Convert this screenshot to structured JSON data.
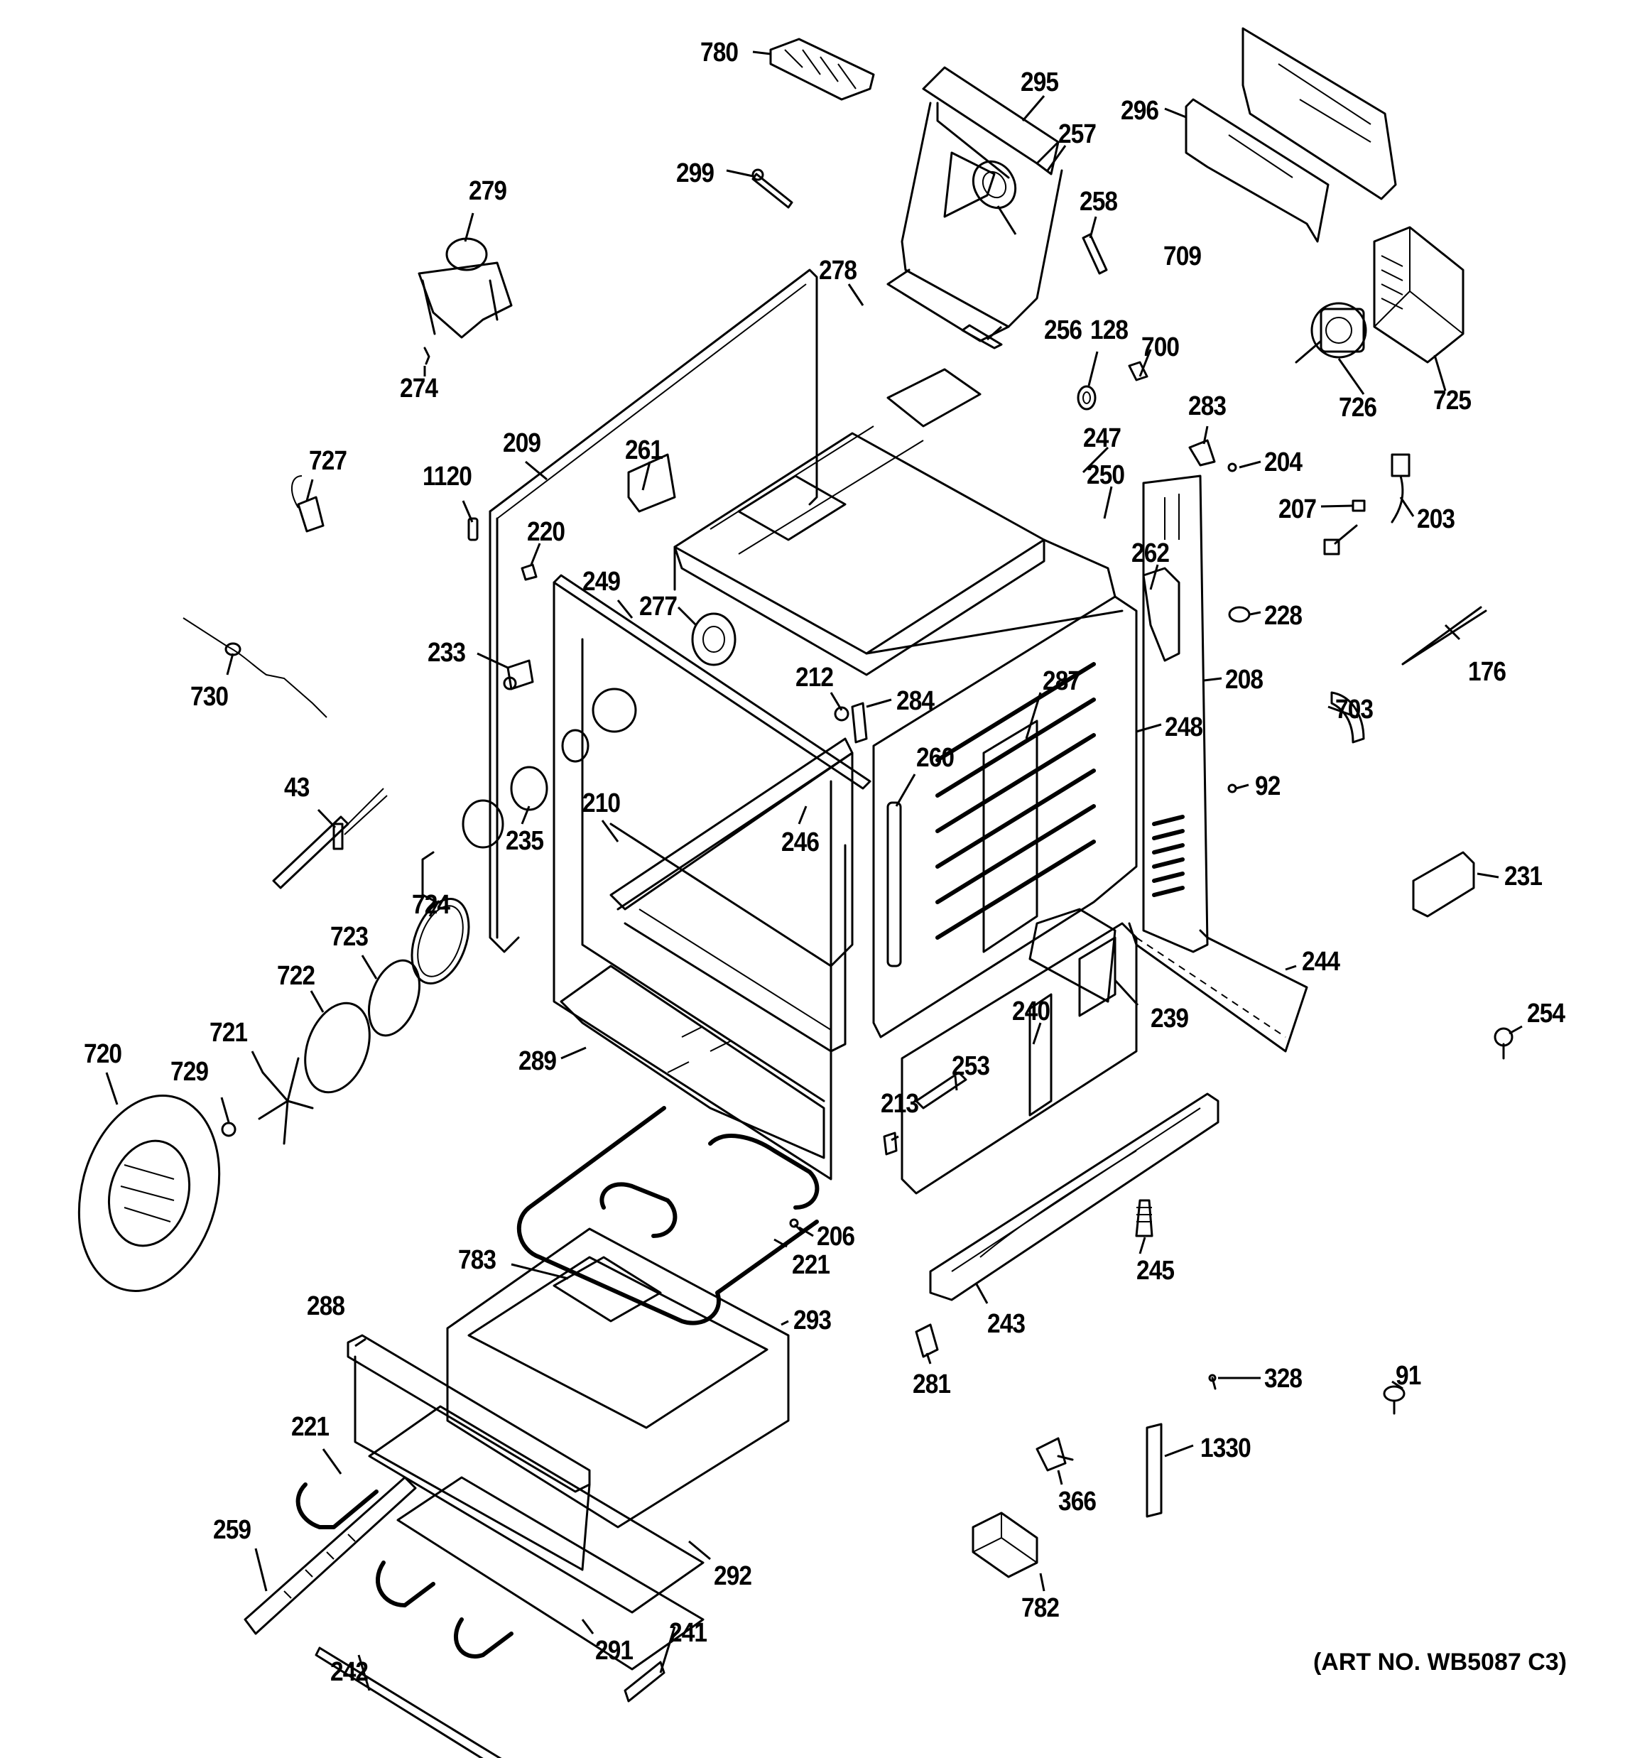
{
  "diagram": {
    "type": "exploded-parts-diagram",
    "subject": "Range oven body / cavity assembly",
    "art_number": "(ART NO. WB5087 C3)",
    "callouts": [
      {
        "id": "c780",
        "text": "780"
      },
      {
        "id": "c295",
        "text": "295"
      },
      {
        "id": "c296",
        "text": "296"
      },
      {
        "id": "c257",
        "text": "257"
      },
      {
        "id": "c299",
        "text": "299"
      },
      {
        "id": "c279",
        "text": "279"
      },
      {
        "id": "c258",
        "text": "258"
      },
      {
        "id": "c709",
        "text": "709"
      },
      {
        "id": "c278",
        "text": "278"
      },
      {
        "id": "c256",
        "text": "256"
      },
      {
        "id": "c128",
        "text": "128"
      },
      {
        "id": "c700",
        "text": "700"
      },
      {
        "id": "c274",
        "text": "274"
      },
      {
        "id": "c726",
        "text": "726"
      },
      {
        "id": "c725",
        "text": "725"
      },
      {
        "id": "c283",
        "text": "283"
      },
      {
        "id": "c727",
        "text": "727"
      },
      {
        "id": "c209",
        "text": "209"
      },
      {
        "id": "c261",
        "text": "261"
      },
      {
        "id": "c247",
        "text": "247"
      },
      {
        "id": "c204",
        "text": "204"
      },
      {
        "id": "c1120",
        "text": "1120"
      },
      {
        "id": "c250",
        "text": "250"
      },
      {
        "id": "c207",
        "text": "207"
      },
      {
        "id": "c203",
        "text": "203"
      },
      {
        "id": "c220",
        "text": "220"
      },
      {
        "id": "c262",
        "text": "262"
      },
      {
        "id": "c249",
        "text": "249"
      },
      {
        "id": "c277",
        "text": "277"
      },
      {
        "id": "c228",
        "text": "228"
      },
      {
        "id": "c233",
        "text": "233"
      },
      {
        "id": "c176",
        "text": "176"
      },
      {
        "id": "c730",
        "text": "730"
      },
      {
        "id": "c212",
        "text": "212"
      },
      {
        "id": "c287",
        "text": "287"
      },
      {
        "id": "c208",
        "text": "208"
      },
      {
        "id": "c284",
        "text": "284"
      },
      {
        "id": "c703",
        "text": "703"
      },
      {
        "id": "c248",
        "text": "248"
      },
      {
        "id": "c260",
        "text": "260"
      },
      {
        "id": "c43",
        "text": "43"
      },
      {
        "id": "c92",
        "text": "92"
      },
      {
        "id": "c210",
        "text": "210"
      },
      {
        "id": "c235",
        "text": "235"
      },
      {
        "id": "c246",
        "text": "246"
      },
      {
        "id": "c231",
        "text": "231"
      },
      {
        "id": "c724",
        "text": "724"
      },
      {
        "id": "c723",
        "text": "723"
      },
      {
        "id": "c722",
        "text": "722"
      },
      {
        "id": "c244",
        "text": "244"
      },
      {
        "id": "c239",
        "text": "239"
      },
      {
        "id": "c240",
        "text": "240"
      },
      {
        "id": "c254",
        "text": "254"
      },
      {
        "id": "c721",
        "text": "721"
      },
      {
        "id": "c720",
        "text": "720"
      },
      {
        "id": "c729",
        "text": "729"
      },
      {
        "id": "c289",
        "text": "289"
      },
      {
        "id": "c253",
        "text": "253"
      },
      {
        "id": "c213",
        "text": "213"
      },
      {
        "id": "c206",
        "text": "206"
      },
      {
        "id": "c245",
        "text": "245"
      },
      {
        "id": "c783",
        "text": "783"
      },
      {
        "id": "c221a",
        "text": "221"
      },
      {
        "id": "c293",
        "text": "293"
      },
      {
        "id": "c243",
        "text": "243"
      },
      {
        "id": "c288",
        "text": "288"
      },
      {
        "id": "c281",
        "text": "281"
      },
      {
        "id": "c328",
        "text": "328"
      },
      {
        "id": "c91",
        "text": "91"
      },
      {
        "id": "c221b",
        "text": "221"
      },
      {
        "id": "c1330",
        "text": "1330"
      },
      {
        "id": "c366",
        "text": "366"
      },
      {
        "id": "c259",
        "text": "259"
      },
      {
        "id": "c292",
        "text": "292"
      },
      {
        "id": "c782",
        "text": "782"
      },
      {
        "id": "c241",
        "text": "241"
      },
      {
        "id": "c291",
        "text": "291"
      },
      {
        "id": "c242",
        "text": "242"
      }
    ]
  }
}
